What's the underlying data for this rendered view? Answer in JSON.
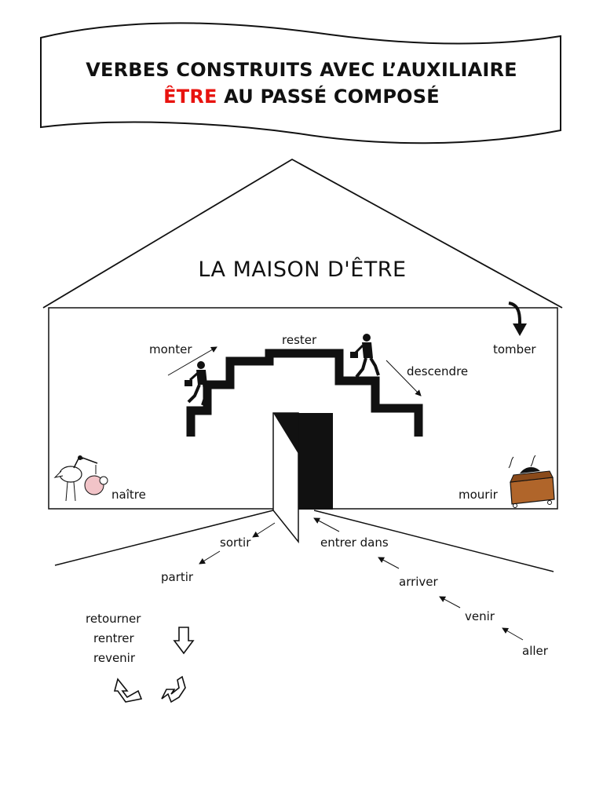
{
  "banner": {
    "title_line1": "VERBES CONSTRUITS AVEC L’AUXILIAIRE",
    "title_line2_accent": "ÊTRE",
    "title_line2_rest": " AU PASSÉ COMPOSÉ",
    "accent_color": "#e8130f"
  },
  "house": {
    "title": "LA MAISON D'ÊTRE"
  },
  "verbs": {
    "monter": "monter",
    "rester": "rester",
    "descendre": "descendre",
    "tomber": "tomber",
    "naitre": "naître",
    "mourir": "mourir",
    "sortir": "sortir",
    "partir": "partir",
    "entrer_dans": "entrer dans",
    "arriver": "arriver",
    "venir": "venir",
    "aller": "aller",
    "retourner": "retourner",
    "rentrer": "rentrer",
    "revenir": "revenir"
  },
  "icons": [
    "stork-icon",
    "coffin-icon",
    "walking-man-icon",
    "down-arrow-icon",
    "return-arrow-icon"
  ]
}
